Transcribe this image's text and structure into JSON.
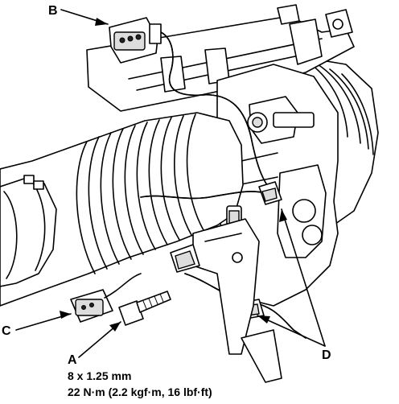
{
  "callouts": {
    "a": "A",
    "b": "B",
    "c": "C",
    "d": "D"
  },
  "spec": {
    "thread": "8 x 1.25 mm",
    "torque": "22 N·m (2.2 kgf·m, 16 lbf·ft)"
  }
}
